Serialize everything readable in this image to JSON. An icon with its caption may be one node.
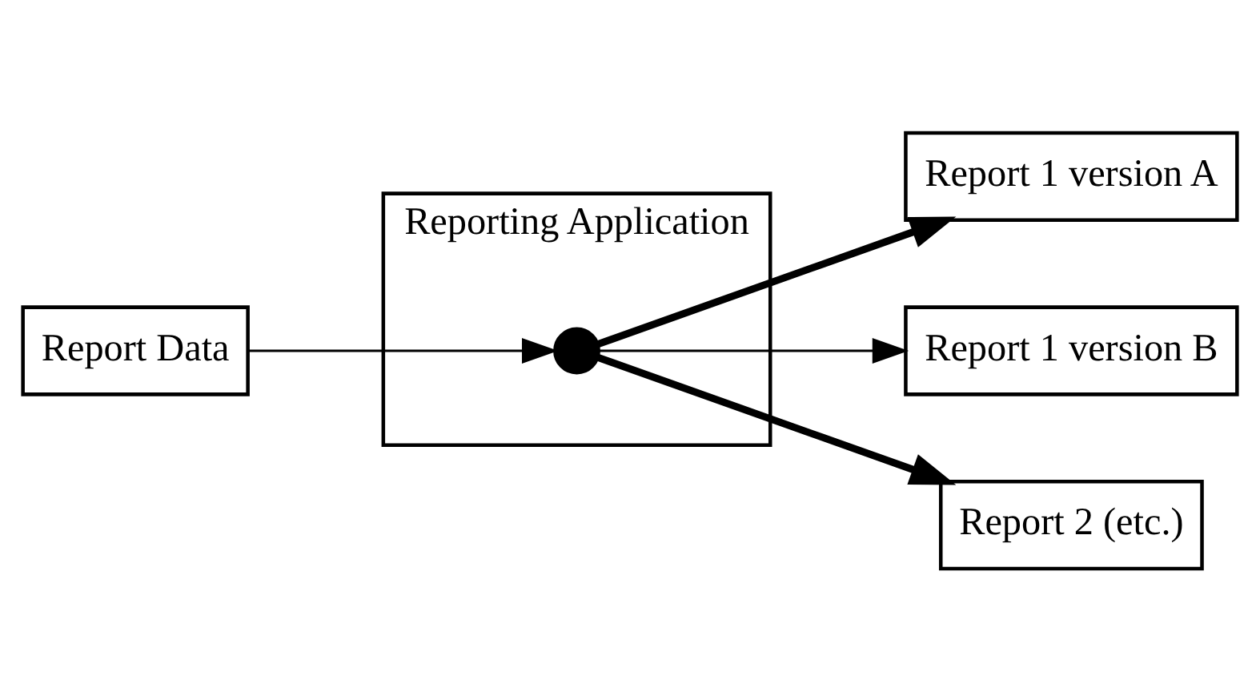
{
  "diagram": {
    "nodes": [
      {
        "text": [
          "Report Data"
        ]
      },
      {
        "text": [
          "Reporting Application"
        ]
      },
      {
        "text": [],
        "shape": "circle",
        "in": 1
      },
      {
        "text": [
          "Report 1 version A"
        ]
      },
      {
        "text": [
          "Report 1 version B"
        ]
      },
      {
        "text": [
          "Report 2 (etc.)"
        ]
      }
    ],
    "edges": [
      {
        "from": 0,
        "to": 2,
        "arrow": "to"
      },
      {
        "from": 2,
        "to": 3,
        "arrow": "to",
        "style": "thick"
      },
      {
        "from": 2,
        "to": 4,
        "arrow": "to"
      },
      {
        "from": 2,
        "to": 5,
        "arrow": "to",
        "style": "thick"
      }
    ]
  }
}
